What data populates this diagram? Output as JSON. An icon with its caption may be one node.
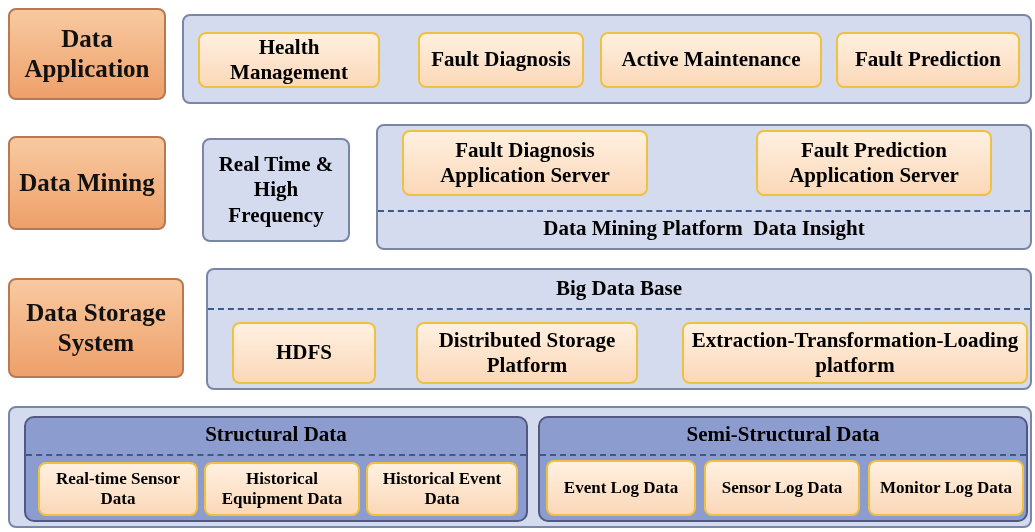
{
  "diagram": {
    "nodes": [
      {
        "text": [
          "Data Application"
        ]
      },
      {
        "text": [],
        "shape": "box"
      },
      {
        "text": [
          "Health Management"
        ],
        "in": 1
      },
      {
        "text": [
          "Fault Diagnosis"
        ],
        "in": 1
      },
      {
        "text": [
          "Active Maintenance"
        ],
        "in": 1
      },
      {
        "text": [
          "Fault Prediction"
        ],
        "in": 1
      },
      {
        "text": [
          "Data Mining"
        ]
      },
      {
        "text": [
          "Real Time & High Frequency"
        ]
      },
      {
        "text": [
          "Data Mining Platform  Data Insight"
        ]
      },
      {
        "text": [
          "Fault Diagnosis Application Server"
        ],
        "in": 8
      },
      {
        "text": [
          "Fault Prediction Application Server"
        ],
        "in": 8
      },
      {
        "text": [
          "Data Storage System"
        ]
      },
      {
        "text": [
          "Big Data Base"
        ]
      },
      {
        "text": [
          "HDFS"
        ],
        "in": 12
      },
      {
        "text": [
          "Distributed Storage Platform"
        ],
        "in": 12
      },
      {
        "text": [
          "Extraction-Transformation-Loading platform"
        ],
        "in": 12
      },
      {
        "text": [],
        "shape": "box"
      },
      {
        "text": [
          "Structural Data"
        ],
        "in": 16
      },
      {
        "text": [
          "Real-time Sensor Data"
        ],
        "in": 17
      },
      {
        "text": [
          "Historical Equipment Data"
        ],
        "in": 17
      },
      {
        "text": [
          "Historical Event Data"
        ],
        "in": 17
      },
      {
        "text": [
          "Semi-Structural Data"
        ],
        "in": 16
      },
      {
        "text": [
          "Event Log Data"
        ],
        "in": 21
      },
      {
        "text": [
          "Sensor Log Data"
        ],
        "in": 21
      },
      {
        "text": [
          "Monitor Log Data"
        ],
        "in": 21
      }
    ]
  }
}
